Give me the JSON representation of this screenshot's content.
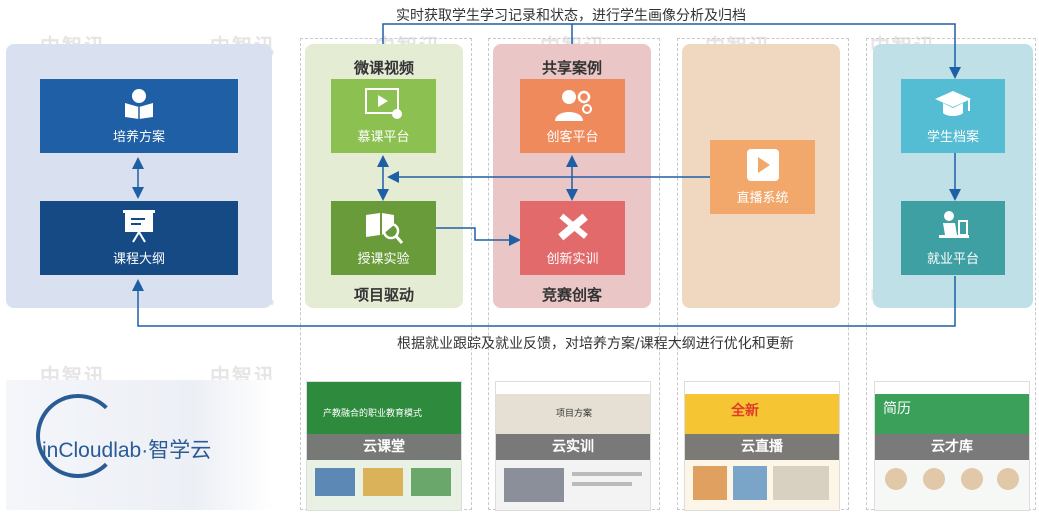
{
  "top_note": "实时获取学生学习记录和状态，进行学生画像分析及归档",
  "bottom_note": "根据就业跟踪及就业反馈，对培养方案/课程大纲进行优化和更新",
  "watermark": "中智讯",
  "columns": {
    "plan": {
      "box1": {
        "label": "培养方案",
        "icon": "student-book-icon"
      },
      "box2": {
        "label": "课程大纲",
        "icon": "presentation-board-icon"
      }
    },
    "project": {
      "title_top": "微课视频",
      "title_bottom": "项目驱动",
      "box1": {
        "label": "慕课平台",
        "icon": "video-play-icon"
      },
      "box2": {
        "label": "授课实验",
        "icon": "book-magnifier-icon"
      }
    },
    "share": {
      "title_top": "共享案例",
      "title_bottom": "竞赛创客",
      "box1": {
        "label": "创客平台",
        "icon": "user-gear-icon"
      },
      "box2": {
        "label": "创新实训",
        "icon": "pencil-ruler-icon"
      }
    },
    "live": {
      "box1": {
        "label": "直播系统",
        "icon": "play-button-icon"
      }
    },
    "student": {
      "box1": {
        "label": "学生档案",
        "icon": "graduation-cap-icon"
      },
      "box2": {
        "label": "就业平台",
        "icon": "person-desk-icon"
      }
    }
  },
  "logo": {
    "text": "inCloudlab·智学云"
  },
  "thumbnails": [
    {
      "label": "云课堂",
      "caption": "产教融合的职业教育模式"
    },
    {
      "label": "云实训",
      "caption": "项目方案"
    },
    {
      "label": "云直播",
      "caption": "全新"
    },
    {
      "label": "云才库",
      "caption": "简历"
    }
  ],
  "colors": {
    "plan_panel": "#d9e0ef",
    "plan_box": "#1f5fa6",
    "plan_box_dark": "#164a84",
    "project_panel": "#e4ecd4",
    "project_box": "#8cc152",
    "project_box_dark": "#6a9b3a",
    "share_panel": "#eac6c6",
    "share_box": "#ee8a5c",
    "share_box_dark": "#e26a6a",
    "live_panel": "#efd7c0",
    "live_box": "#f2a76b",
    "student_panel": "#bfe0e6",
    "student_box": "#54bcd3",
    "student_box_dark": "#3fa0a4",
    "arrow": "#1f5fa6"
  }
}
